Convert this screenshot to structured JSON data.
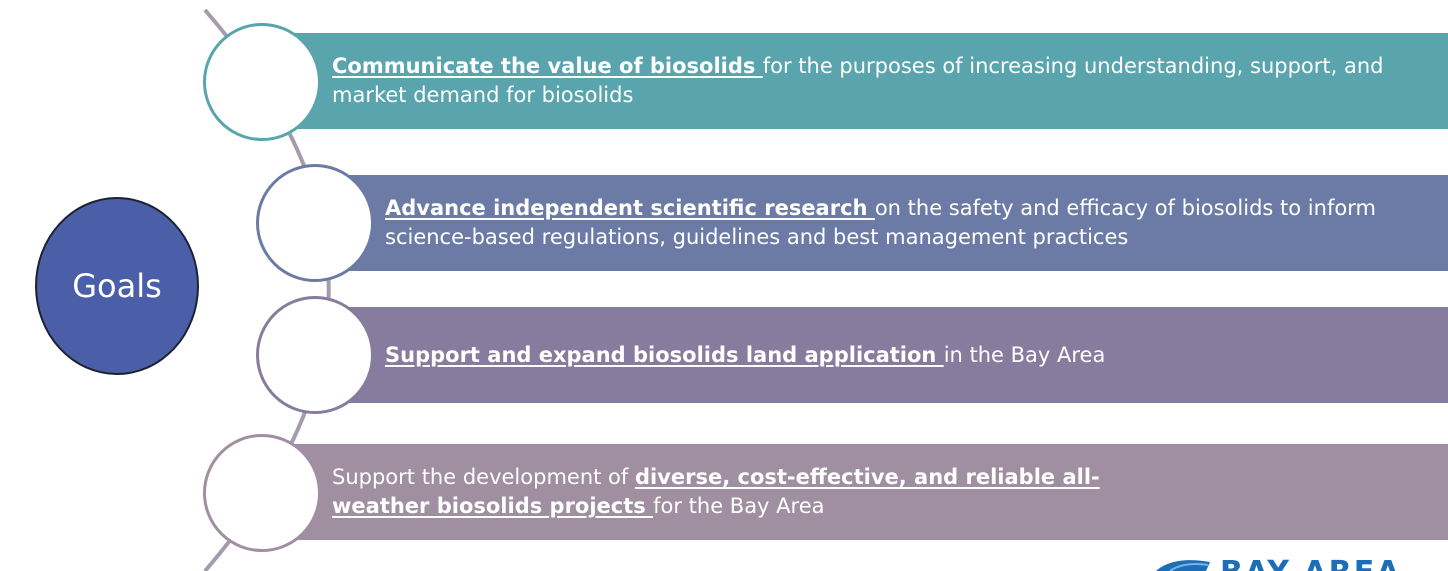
{
  "center": {
    "label": "Goals"
  },
  "goals": [
    {
      "emphasis": "Communicate the value of biosolids ",
      "rest": "for the purposes of increasing understanding, support, and market demand for biosolids",
      "color": "#59a4ad"
    },
    {
      "emphasis": "Advance independent scientific research ",
      "rest": "on the safety and efficacy of biosolids to inform science-based regulations, guidelines and best management practices",
      "color": "#6b7ba6"
    },
    {
      "emphasis": "Support and expand biosolids land application ",
      "rest": "in the Bay Area",
      "color": "#887c9e"
    },
    {
      "prefix": "Support the development of ",
      "emphasis": "diverse, cost-effective, and reliable all-weather biosolids projects ",
      "rest": "for the Bay Area",
      "color": "#9f8fa1"
    }
  ],
  "colors": {
    "arc": "#a69bac",
    "center_fill": "#4a5fa8"
  },
  "logo": {
    "text": "BAY AREA"
  }
}
